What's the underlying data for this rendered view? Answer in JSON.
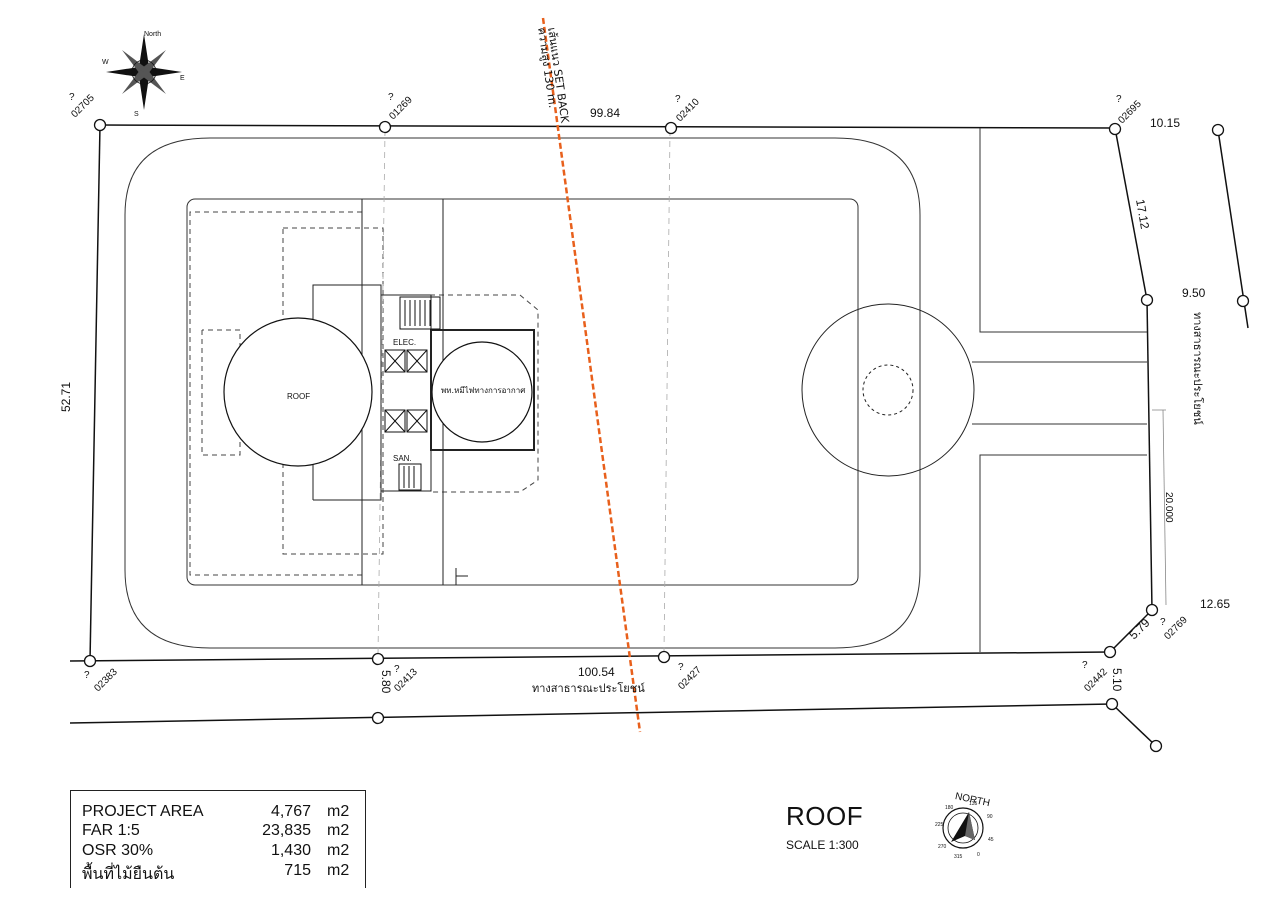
{
  "plan": {
    "dimensions": {
      "top": "99.84",
      "left": "52.71",
      "bottom": "100.54",
      "right_a": "17.12",
      "right_b": "10.15",
      "right_c": "9.50",
      "right_d": "12.65",
      "right_e": "5.79",
      "right_f": "5.10",
      "bottom_road": "5.80",
      "road_width": "20.000"
    },
    "pins": [
      "02705",
      "01269",
      "02410",
      "02695",
      "02383",
      "02413",
      "02427",
      "02442",
      "02769"
    ],
    "pin_prefix": "?",
    "rooms": {
      "roof": "ROOF",
      "elec": "ELEC.",
      "san": "SAN.",
      "sky_garden": "พท.หมีไฟทางการอากาศ"
    },
    "setback_label_1": "เส้นแนว  SET BACK",
    "setback_label_2": "ความสูง 130 m.",
    "public_road_bottom": "ทางสาธารณะประโยชน์",
    "public_road_right": "ทางสาธารณะประโยชน์",
    "compass_small": {
      "n": "North",
      "e": "E",
      "w": "W",
      "s": "S"
    },
    "compass_large": {
      "north": "NORTH",
      "ticks": [
        "135",
        "90",
        "45",
        "0",
        "315",
        "270",
        "225",
        "180"
      ]
    }
  },
  "area_table": {
    "rows": [
      {
        "label": "PROJECT   AREA",
        "value": "4,767",
        "unit": "m2"
      },
      {
        "label": "FAR 1:5",
        "value": "23,835",
        "unit": "m2"
      },
      {
        "label": "OSR 30%",
        "value": "1,430",
        "unit": "m2"
      },
      {
        "label": "พื้นที่ไม้ยืนต้น",
        "value": "715",
        "unit": "m2"
      }
    ]
  },
  "title": {
    "name": "ROOF",
    "scale": "SCALE 1:300"
  },
  "colors": {
    "setback_line": "#e8601c",
    "line": "#111111",
    "dashed": "#555555",
    "hidden": "#aaaaaa"
  }
}
